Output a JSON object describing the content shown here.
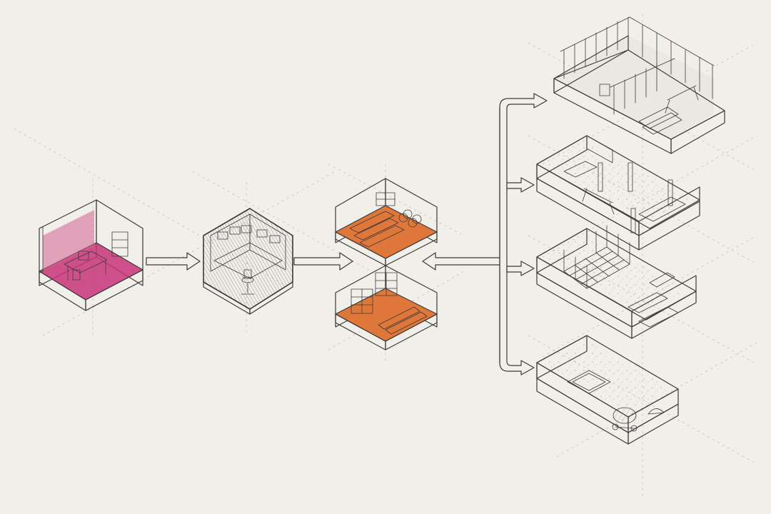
{
  "diagram": {
    "nodes": [
      {
        "id": "office",
        "icon": "office-room-icon"
      },
      {
        "id": "control",
        "icon": "control-room-icon"
      },
      {
        "id": "materials-pipes",
        "icon": "pipe-materials-icon"
      },
      {
        "id": "materials-bricks",
        "icon": "brick-materials-icon"
      },
      {
        "id": "framing",
        "icon": "framing-site-icon"
      },
      {
        "id": "columns",
        "icon": "column-site-icon"
      },
      {
        "id": "rebar",
        "icon": "rebar-site-icon"
      },
      {
        "id": "foundation",
        "icon": "foundation-site-icon"
      }
    ],
    "edges": [
      {
        "from": "office",
        "to": "control"
      },
      {
        "from": "control",
        "to": "materials"
      },
      {
        "from": "sites",
        "to": "materials"
      },
      {
        "from": "branch",
        "to": "framing"
      },
      {
        "from": "branch",
        "to": "columns"
      },
      {
        "from": "branch",
        "to": "rebar"
      },
      {
        "from": "branch",
        "to": "foundation"
      }
    ],
    "colors": {
      "paper": "#f1efea",
      "ink": "#3c3b39",
      "office_accent": "#c8347a",
      "materials_accent": "#e0773a",
      "control_fill": "#5a5855"
    }
  }
}
